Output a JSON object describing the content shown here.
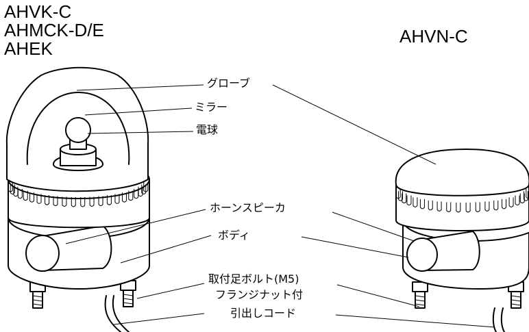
{
  "models": {
    "left": [
      "AHVK-C",
      "AHMCK-D/E",
      "AHEK"
    ],
    "right": "AHVN-C"
  },
  "labels": {
    "globe": "グローブ",
    "mirror": "ミラー",
    "bulb": "電球",
    "horn_speaker": "ホーンスピーカ",
    "body": "ボディ",
    "mount_bolt": "取付足ボルト(M5)",
    "flange_nut": "フランジナット付",
    "lead_cord": "引出しコード"
  },
  "colors": {
    "line": "#000000",
    "background": "#ffffff"
  }
}
